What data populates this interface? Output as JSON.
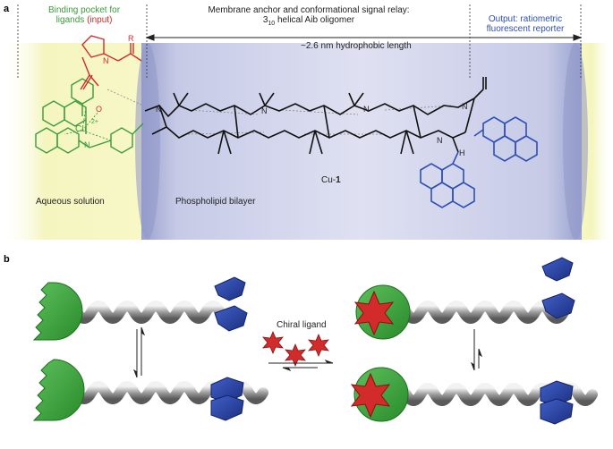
{
  "panel_a": {
    "panel_label": "a",
    "binding_label": {
      "line1": "Binding pocket for",
      "line2": "ligands",
      "input": "(input)"
    },
    "relay_label": {
      "line1": "Membrane anchor and conformational signal relay:",
      "line2_prefix": "3",
      "line2_sub": "10",
      "line2_suffix": " helical Aib oligomer"
    },
    "output_label": {
      "line1": "Output: ratiometric",
      "line2": "fluorescent reporter"
    },
    "length_label": "~2.6 nm hydrophobic length",
    "aqueous_label": "Aqueous solution",
    "bilayer_label": "Phospholipid bilayer",
    "compound_label": {
      "prefix": "Cu-",
      "number": "1"
    },
    "atoms": {
      "cu": "Cu",
      "charge": "2+",
      "n": "N",
      "o": "O",
      "h": "H",
      "r": "R"
    }
  },
  "panel_b": {
    "panel_label": "b",
    "ligand_label": "Chiral ligand"
  },
  "colors": {
    "green": "#3a9b3a",
    "red": "#d12b2b",
    "blue": "#2f4fb5",
    "bilayer": "#c9cdea",
    "aqueous": "#f7f7c4"
  }
}
